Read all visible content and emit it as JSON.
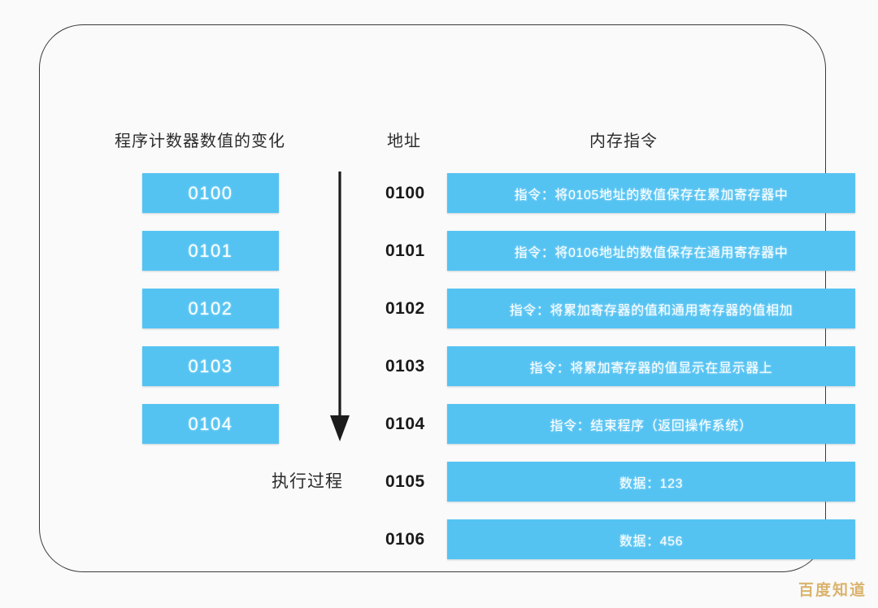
{
  "headers": {
    "pc_column": "程序计数器数值的变化",
    "address_column": "地址",
    "memory_column": "内存指令"
  },
  "arrow": {
    "label": "执行过程",
    "direction": "down",
    "icon": "down-arrow-icon"
  },
  "program_counter_values": [
    {
      "value": "0100"
    },
    {
      "value": "0101"
    },
    {
      "value": "0102"
    },
    {
      "value": "0103"
    },
    {
      "value": "0104"
    }
  ],
  "memory_rows": [
    {
      "address": "0100",
      "content": "指令：将0105地址的数值保存在累加寄存器中"
    },
    {
      "address": "0101",
      "content": "指令：将0106地址的数值保存在通用寄存器中"
    },
    {
      "address": "0102",
      "content": "指令：将累加寄存器的值和通用寄存器的值相加"
    },
    {
      "address": "0103",
      "content": "指令：将累加寄存器的值显示在显示器上"
    },
    {
      "address": "0104",
      "content": "指令：结束程序（返回操作系统）"
    },
    {
      "address": "0105",
      "content": "数据：123"
    },
    {
      "address": "0106",
      "content": "数据：456"
    }
  ],
  "watermark": "百度知道",
  "colors": {
    "box_fill": "#55c3f2",
    "box_text": "#ffffff",
    "card_border": "#3a3a3a",
    "background": "#fafafa",
    "watermark": "#d9ae63",
    "address_text": "#1a1a1a"
  }
}
